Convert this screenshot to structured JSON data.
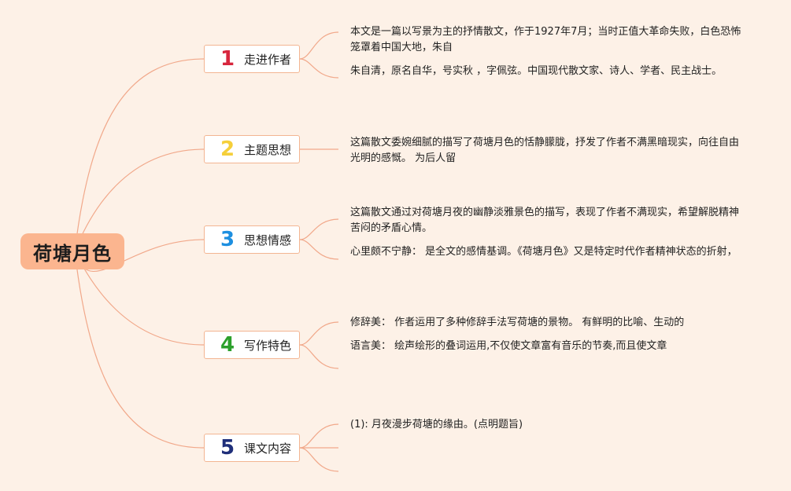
{
  "root": {
    "label": "荷塘月色"
  },
  "colors": {
    "line": "#f1a88a",
    "border": "#f3b592",
    "root_bg": "#fbb58f",
    "background": "#fdf1e7"
  },
  "branches": [
    {
      "number": "1",
      "label": "走进作者",
      "color": "#d7263d",
      "leaves": [
        "本文是一篇以写景为主的抒情散文，作于1927年7月；当时正值大革命失败，白色恐怖笼罩着中国大地，朱自",
        "朱自清，原名自华，号实秋 ，字佩弦。中国现代散文家、诗人、学者、民主战士。"
      ]
    },
    {
      "number": "2",
      "label": "主题思想",
      "color": "#f5cf3a",
      "leaves": [
        "这篇散文委婉细腻的描写了荷塘月色的恬静朦胧，抒发了作者不满黑暗现实，向往自由光明的感慨。 为后人留"
      ]
    },
    {
      "number": "3",
      "label": "思想情感",
      "color": "#1d8fe0",
      "leaves": [
        "这篇散文通过对荷塘月夜的幽静淡雅景色的描写，表现了作者不满现实，希望解脱精神苦闷的矛盾心情。",
        "心里颇不宁静： 是全文的感情基调。《荷塘月色》又是特定时代作者精神状态的折射，"
      ]
    },
    {
      "number": "4",
      "label": "写作特色",
      "color": "#2ca02c",
      "leaves": [
        "修辞美： 作者运用了多种修辞手法写荷塘的景物。 有鲜明的比喻、生动的",
        "语言美： 绘声绘形的叠词运用,不仅使文章富有音乐的节奏,而且使文章"
      ]
    },
    {
      "number": "5",
      "label": "课文内容",
      "color": "#1f2f7a",
      "leaves": [
        "(1): 月夜漫步荷塘的缘由。(点明题旨)",
        "",
        ""
      ]
    }
  ]
}
